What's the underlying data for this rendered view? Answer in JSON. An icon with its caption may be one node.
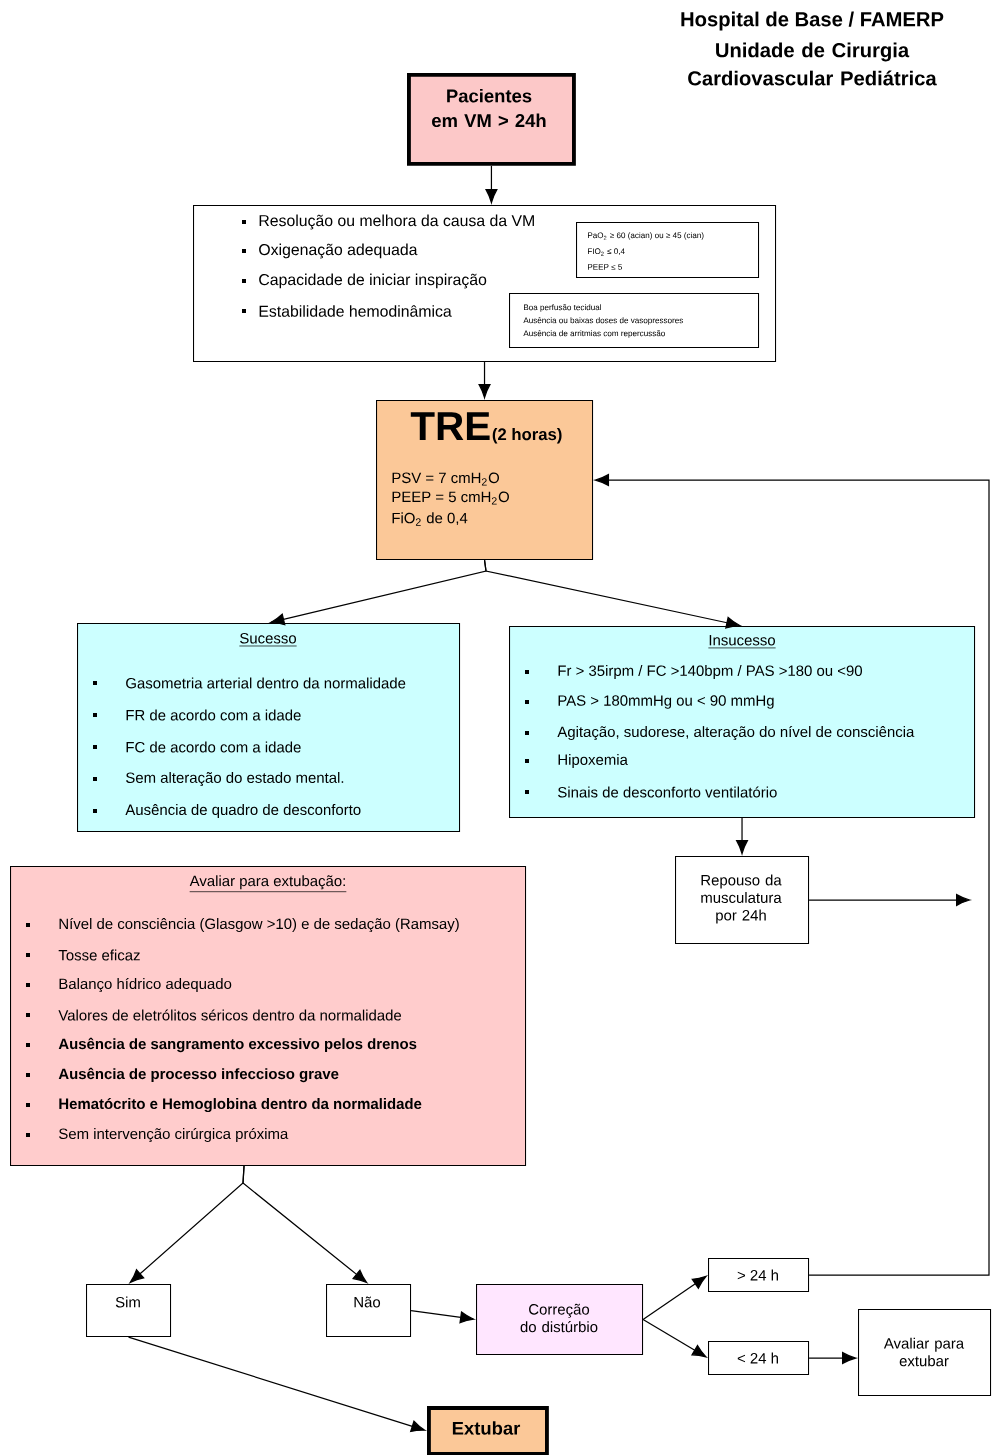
{
  "diagram": {
    "nodes": [
      {
        "text": [
          "Pacientes em VM > 24h"
        ]
      },
      {
        "text": [
          "Resolução ou melhora da causa da VM",
          "Oxigenação adequada",
          "Capacidade de iniciar inspiração",
          "Estabilidade hemodinâmica"
        ]
      },
      {
        "text": [
          "PaO$_{2}$ ≥ 60 (acian) ou ≥ 45 (cian)",
          "FIO$_{2}$ ≤ 0,4",
          "PEEP ≤ 5"
        ],
        "in": 1
      },
      {
        "text": [
          "Boa perfusão tecidual",
          "Ausência ou baixas doses de vasopressores",
          "Ausência de arritmias com repercussão"
        ],
        "in": 1
      },
      {
        "text": [
          "TRE",
          "(2 horas)",
          "PSV = 7 cmH$_{2}$O",
          "PEEP = 5 cmH$_{2}$O",
          "FiO$_{2}$ de 0,4"
        ]
      },
      {
        "text": [
          "Sucesso",
          "Gasometria arterial dentro da normalidade",
          "FR de acordo com a idade",
          "FC de acordo com a idade",
          "Sem alteração do estado mental.",
          "Ausência de quadro de desconforto"
        ]
      },
      {
        "text": [
          "Insucesso",
          "Fr > 35irpm  /  FC >140bpm   /   PAS >180 ou <90",
          "PAS > 180mmHg ou < 90 mmHg",
          "Agitação, sudorese, alteração do nível de consciência",
          "Hipoxemia",
          "Sinais de desconforto ventilatório"
        ]
      },
      {
        "text": [
          "Repouso da musculatura por 24h"
        ]
      },
      {
        "text": [
          "Avaliar para extubação:",
          "Nível de consciência (Glasgow >10) e de sedação (Ramsay)",
          "Tosse eficaz",
          "Balanço hídrico adequado",
          "Valores de eletrólitos séricos dentro da normalidade",
          "Ausência de sangramento excessivo pelos drenos",
          "Ausência de processo infeccioso grave",
          "Hematócrito e Hemoglobina dentro da normalidade",
          "Sem intervenção cirúrgica próxima"
        ]
      },
      {
        "text": [
          "Sim"
        ]
      },
      {
        "text": [
          "Não"
        ]
      },
      {
        "text": [
          "Correção do distúrbio"
        ]
      },
      {
        "text": [
          "> 24 h"
        ]
      },
      {
        "text": [
          "< 24 h"
        ]
      },
      {
        "text": [
          "Avaliar para extubar"
        ]
      },
      {
        "text": [
          "Extubar"
        ]
      }
    ],
    "edges": [
      {
        "from": 0,
        "to": 1,
        "arrow": "to"
      },
      {
        "from": 1,
        "to": 4,
        "arrow": "to"
      },
      {
        "from": 4,
        "to": 5,
        "arrow": "to"
      },
      {
        "from": 4,
        "to": 6,
        "arrow": "to"
      },
      {
        "from": 6,
        "to": 7,
        "arrow": "to"
      },
      {
        "from": 7,
        "to": null,
        "arrow": "to"
      },
      {
        "from": 8,
        "to": 9,
        "arrow": "to"
      },
      {
        "from": 8,
        "to": 10,
        "arrow": "to"
      },
      {
        "from": 9,
        "to": 15,
        "arrow": "to"
      },
      {
        "from": 10,
        "to": 11,
        "arrow": "to"
      },
      {
        "from": 11,
        "to": 12,
        "arrow": "to"
      },
      {
        "from": 11,
        "to": 13,
        "arrow": "to"
      },
      {
        "from": 12,
        "to": 4,
        "arrow": "to"
      },
      {
        "from": 13,
        "to": 14,
        "arrow": "to"
      }
    ],
    "labels": [
      "Hospital de Base / FAMERP",
      "Unidade de Cirurgia Cardiovascular Pediátrica"
    ]
  }
}
